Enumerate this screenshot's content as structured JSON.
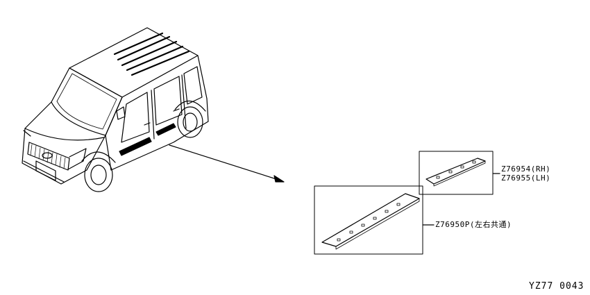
{
  "labels": {
    "part_rh": "Z76954(RH)",
    "part_lh": "Z76955(LH)",
    "part_common": "Z76950P(左右共通)"
  },
  "diagram_code": "YZ77 0043",
  "colors": {
    "line": "#000000",
    "background": "#ffffff"
  }
}
